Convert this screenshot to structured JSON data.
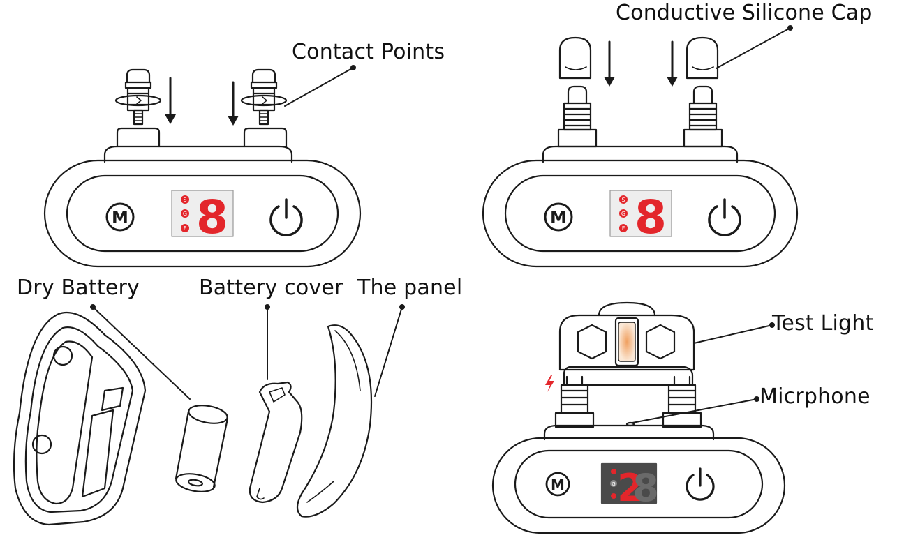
{
  "labels": {
    "contact_points": "Contact Points",
    "conductive_cap": "Conductive Silicone Cap",
    "dry_battery": "Dry Battery",
    "battery_cover": "Battery cover",
    "the_panel": "The panel",
    "test_light": "Test Light",
    "microphone": "Micrphone"
  },
  "device_buttons": {
    "mode_letter": "M"
  },
  "display": {
    "digit_top": "8",
    "digit_bottom": "2",
    "indicator_s": "S",
    "indicator_g": "G",
    "indicator_f": "F"
  },
  "colors": {
    "outline": "#1a1a1a",
    "led_red": "#e3262b",
    "display_bg_light": "#eeeeee",
    "display_bg_dark": "#4a4a4a",
    "test_light_glow": "#f2b27a"
  },
  "icons": [
    "mode-button-icon",
    "power-button-icon",
    "lightning-icon",
    "down-arrow-icon"
  ]
}
